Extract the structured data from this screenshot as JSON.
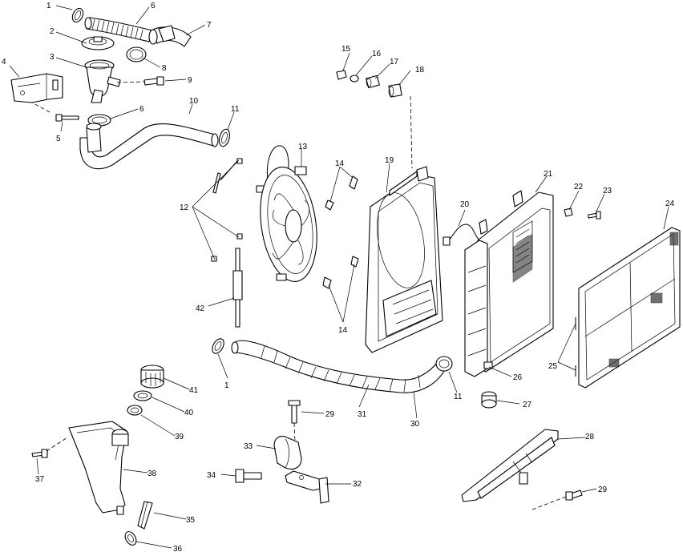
{
  "callouts": [
    {
      "id": "c1a",
      "text": "1"
    },
    {
      "id": "c6a",
      "text": "6"
    },
    {
      "id": "c7",
      "text": "7"
    },
    {
      "id": "c2",
      "text": "2"
    },
    {
      "id": "c8",
      "text": "8"
    },
    {
      "id": "c4",
      "text": "4"
    },
    {
      "id": "c3",
      "text": "3"
    },
    {
      "id": "c9",
      "text": "9"
    },
    {
      "id": "c6b",
      "text": "6"
    },
    {
      "id": "c10",
      "text": "10"
    },
    {
      "id": "c11a",
      "text": "11"
    },
    {
      "id": "c5",
      "text": "5"
    },
    {
      "id": "c15",
      "text": "15"
    },
    {
      "id": "c16",
      "text": "16"
    },
    {
      "id": "c17",
      "text": "17"
    },
    {
      "id": "c18",
      "text": "18"
    },
    {
      "id": "c13",
      "text": "13"
    },
    {
      "id": "c14a",
      "text": "14"
    },
    {
      "id": "c19",
      "text": "19"
    },
    {
      "id": "c21",
      "text": "21"
    },
    {
      "id": "c22",
      "text": "22"
    },
    {
      "id": "c23",
      "text": "23"
    },
    {
      "id": "c24",
      "text": "24"
    },
    {
      "id": "c12",
      "text": "12"
    },
    {
      "id": "c20",
      "text": "20"
    },
    {
      "id": "c42",
      "text": "42"
    },
    {
      "id": "c14b",
      "text": "14"
    },
    {
      "id": "c25",
      "text": "25"
    },
    {
      "id": "c26",
      "text": "26"
    },
    {
      "id": "c1b",
      "text": "1"
    },
    {
      "id": "c11b",
      "text": "11"
    },
    {
      "id": "c27",
      "text": "27"
    },
    {
      "id": "c41",
      "text": "41"
    },
    {
      "id": "c40",
      "text": "40"
    },
    {
      "id": "c29a",
      "text": "29"
    },
    {
      "id": "c31",
      "text": "31"
    },
    {
      "id": "c30",
      "text": "30"
    },
    {
      "id": "c39",
      "text": "39"
    },
    {
      "id": "c28",
      "text": "28"
    },
    {
      "id": "c33",
      "text": "33"
    },
    {
      "id": "c37",
      "text": "37"
    },
    {
      "id": "c38",
      "text": "38"
    },
    {
      "id": "c34",
      "text": "34"
    },
    {
      "id": "c32",
      "text": "32"
    },
    {
      "id": "c29b",
      "text": "29"
    },
    {
      "id": "c35",
      "text": "35"
    },
    {
      "id": "c36",
      "text": "36"
    }
  ]
}
